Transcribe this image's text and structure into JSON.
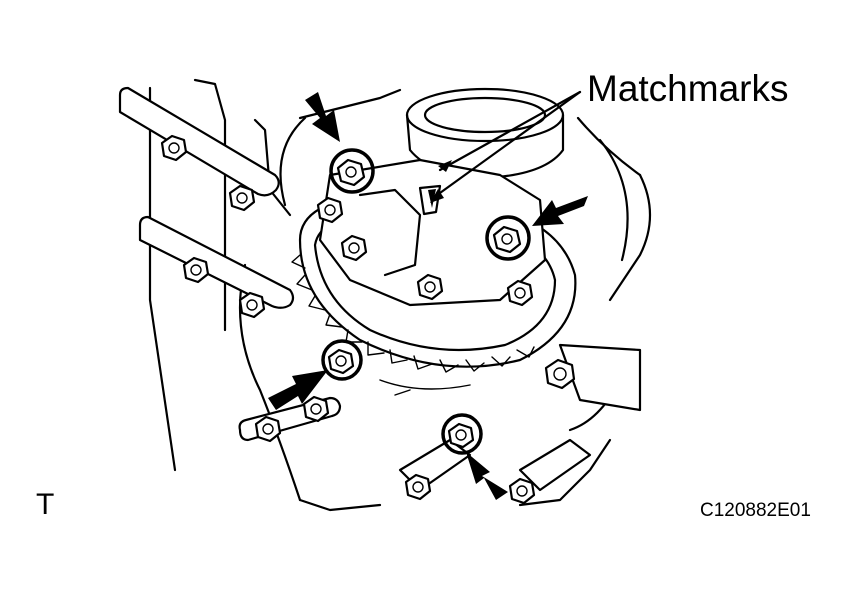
{
  "diagram": {
    "callout_label": "Matchmarks",
    "view_marker": "T",
    "figure_code": "C120882E01"
  },
  "colors": {
    "ink": "#000000",
    "paper": "#ffffff"
  }
}
